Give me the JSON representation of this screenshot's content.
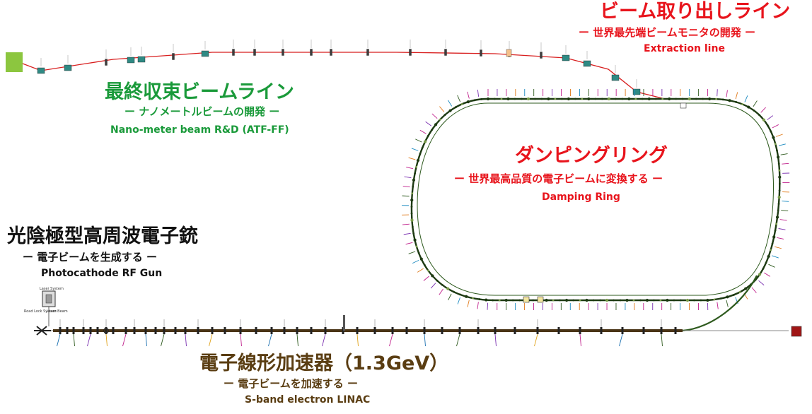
{
  "sections": {
    "extraction": {
      "title": "ビーム取り出しライン",
      "subtitle": "ー 世界最先端ビームモニタの開発 ー",
      "english": "Extraction line",
      "color": "#e8141c"
    },
    "final_focus": {
      "title": "最終収束ビームライン",
      "subtitle": "ー ナノメートルビームの開発 ー",
      "english": "Nano-meter beam R&D (ATF-FF)",
      "color": "#1a9a3a"
    },
    "damping_ring": {
      "title": "ダンピングリング",
      "subtitle": "ー 世界最高品質の電子ビームに変換する ー",
      "english": "Damping Ring",
      "color": "#e8141c"
    },
    "rf_gun": {
      "title": "光陰極型高周波電子銃",
      "subtitle": "ー 電子ビームを生成する ー",
      "english": "Photocathode RF Gun",
      "color": "#111111"
    },
    "linac": {
      "title": "電子線形加速器（1.3GeV）",
      "subtitle": "ー 電子ビームを加速する ー",
      "english": "S-band electron LINAC",
      "color": "#5a3d12"
    }
  },
  "small_labels": {
    "laser_system": "Laser System",
    "load_lock": "Road Lock System",
    "laser_beam": "Laser Beam"
  },
  "colors": {
    "beamline_red": "#d81e1e",
    "linac_brown": "#4a3416",
    "ring_green": "#2e5a1e",
    "magnet_teal": "#2f8a84",
    "ff_endpoint": "#8cc63f",
    "dump": "#a01616"
  }
}
